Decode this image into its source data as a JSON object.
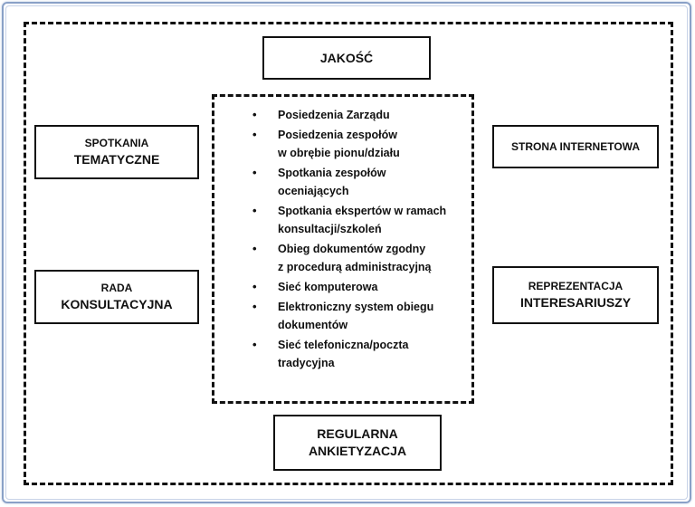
{
  "top": {
    "lines": [
      "JAKOŚĆ"
    ]
  },
  "left_top": {
    "lines": [
      "SPOTKANIA",
      "TEMATYCZNE"
    ]
  },
  "left_bottom": {
    "lines": [
      "RADA",
      "KONSULTACYJNA"
    ]
  },
  "right_top": {
    "lines": [
      "STRONA INTERNETOWA"
    ]
  },
  "right_bottom": {
    "lines": [
      "REPREZENTACJA",
      "INTERESARIUSZY"
    ]
  },
  "bottom": {
    "lines": [
      "REGULARNA",
      "ANKIETYZACJA"
    ]
  },
  "center": {
    "bullet": "•",
    "items": [
      {
        "lines": [
          "Posiedzenia Zarządu"
        ]
      },
      {
        "lines": [
          "Posiedzenia zespołów",
          "w obrębie pionu/działu"
        ]
      },
      {
        "lines": [
          "Spotkania zespołów",
          "oceniających"
        ]
      },
      {
        "lines": [
          "Spotkania ekspertów w ramach",
          "konsultacji/szkoleń"
        ]
      },
      {
        "lines": [
          "Obieg dokumentów zgodny",
          "z procedurą administracyjną"
        ]
      },
      {
        "lines": [
          "Sieć komputerowa"
        ]
      },
      {
        "lines": [
          "Elektroniczny system obiegu",
          "dokumentów"
        ]
      },
      {
        "lines": [
          "Sieć telefoniczna/poczta",
          "tradycyjna"
        ]
      }
    ]
  }
}
